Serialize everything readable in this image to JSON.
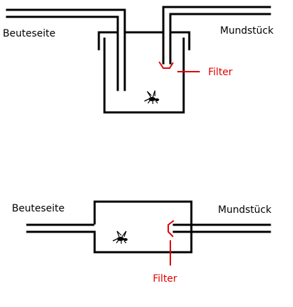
{
  "diagram_top": {
    "label_left": "Beuteseite",
    "label_right": "Mundstück",
    "label_filter": "Filter"
  },
  "diagram_bottom": {
    "label_left": "Beuteseite",
    "label_right": "Mundstück",
    "label_filter": "Filter"
  },
  "colors": {
    "line": "#000000",
    "filter": "#e00000"
  },
  "icons": {
    "insect": "insect-icon"
  }
}
